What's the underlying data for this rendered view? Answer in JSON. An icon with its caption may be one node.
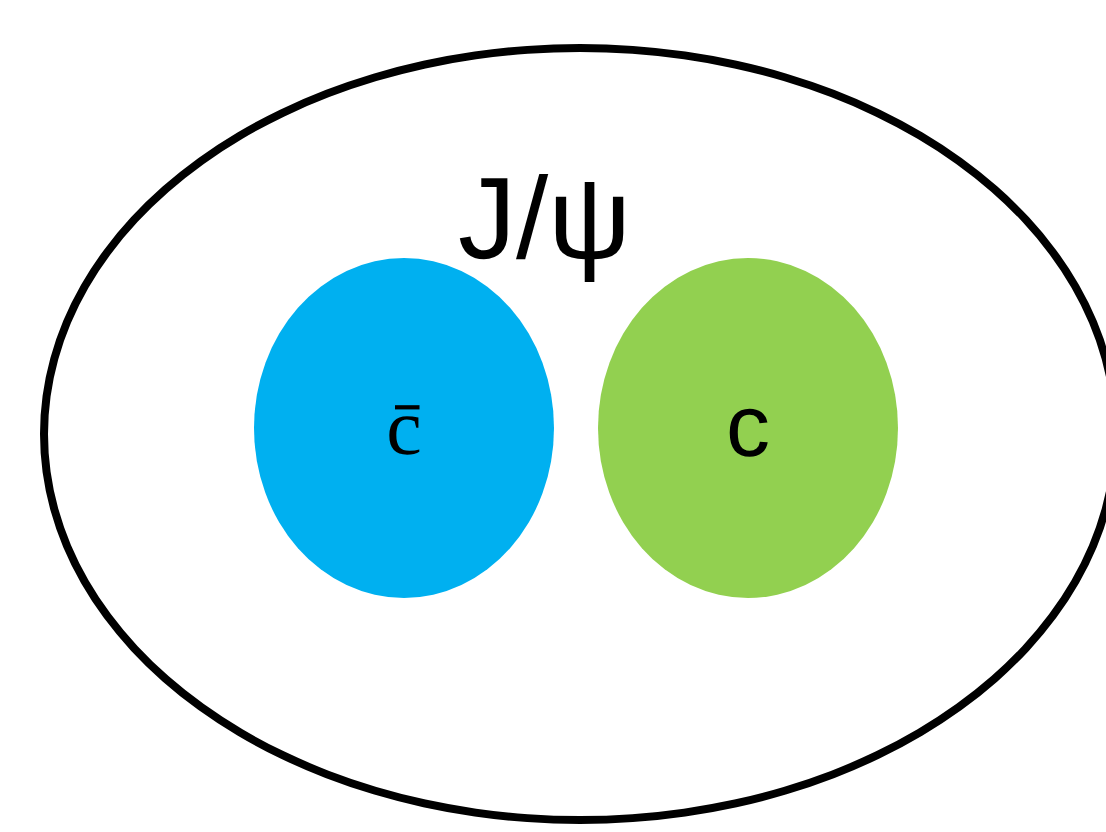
{
  "diagram": {
    "nodes": [
      {
        "text": [
          "J/ψ"
        ]
      },
      {
        "text": [
          "c̄"
        ],
        "in": 0
      },
      {
        "text": [
          "c"
        ],
        "in": 0
      }
    ],
    "edges": []
  }
}
